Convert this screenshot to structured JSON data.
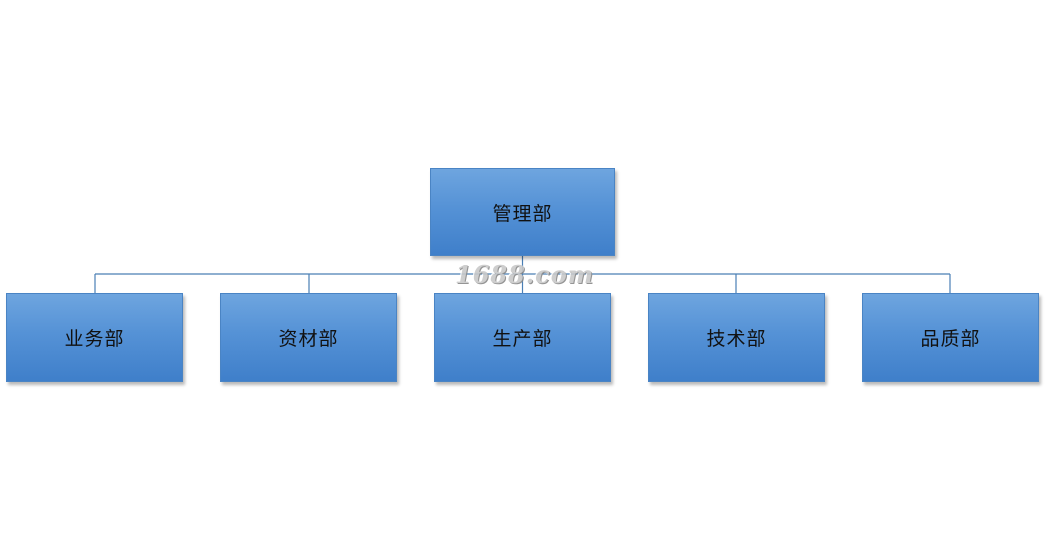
{
  "org_chart": {
    "root": {
      "label": "管理部"
    },
    "children": [
      {
        "label": "业务部"
      },
      {
        "label": "资材部"
      },
      {
        "label": "生产部"
      },
      {
        "label": "技术部"
      },
      {
        "label": "品质部"
      }
    ],
    "colors": {
      "node_top": "#6ea5df",
      "node_bottom": "#3f7fca",
      "connector": "#4a7fb5"
    }
  },
  "watermark": {
    "text": "1688.com"
  }
}
